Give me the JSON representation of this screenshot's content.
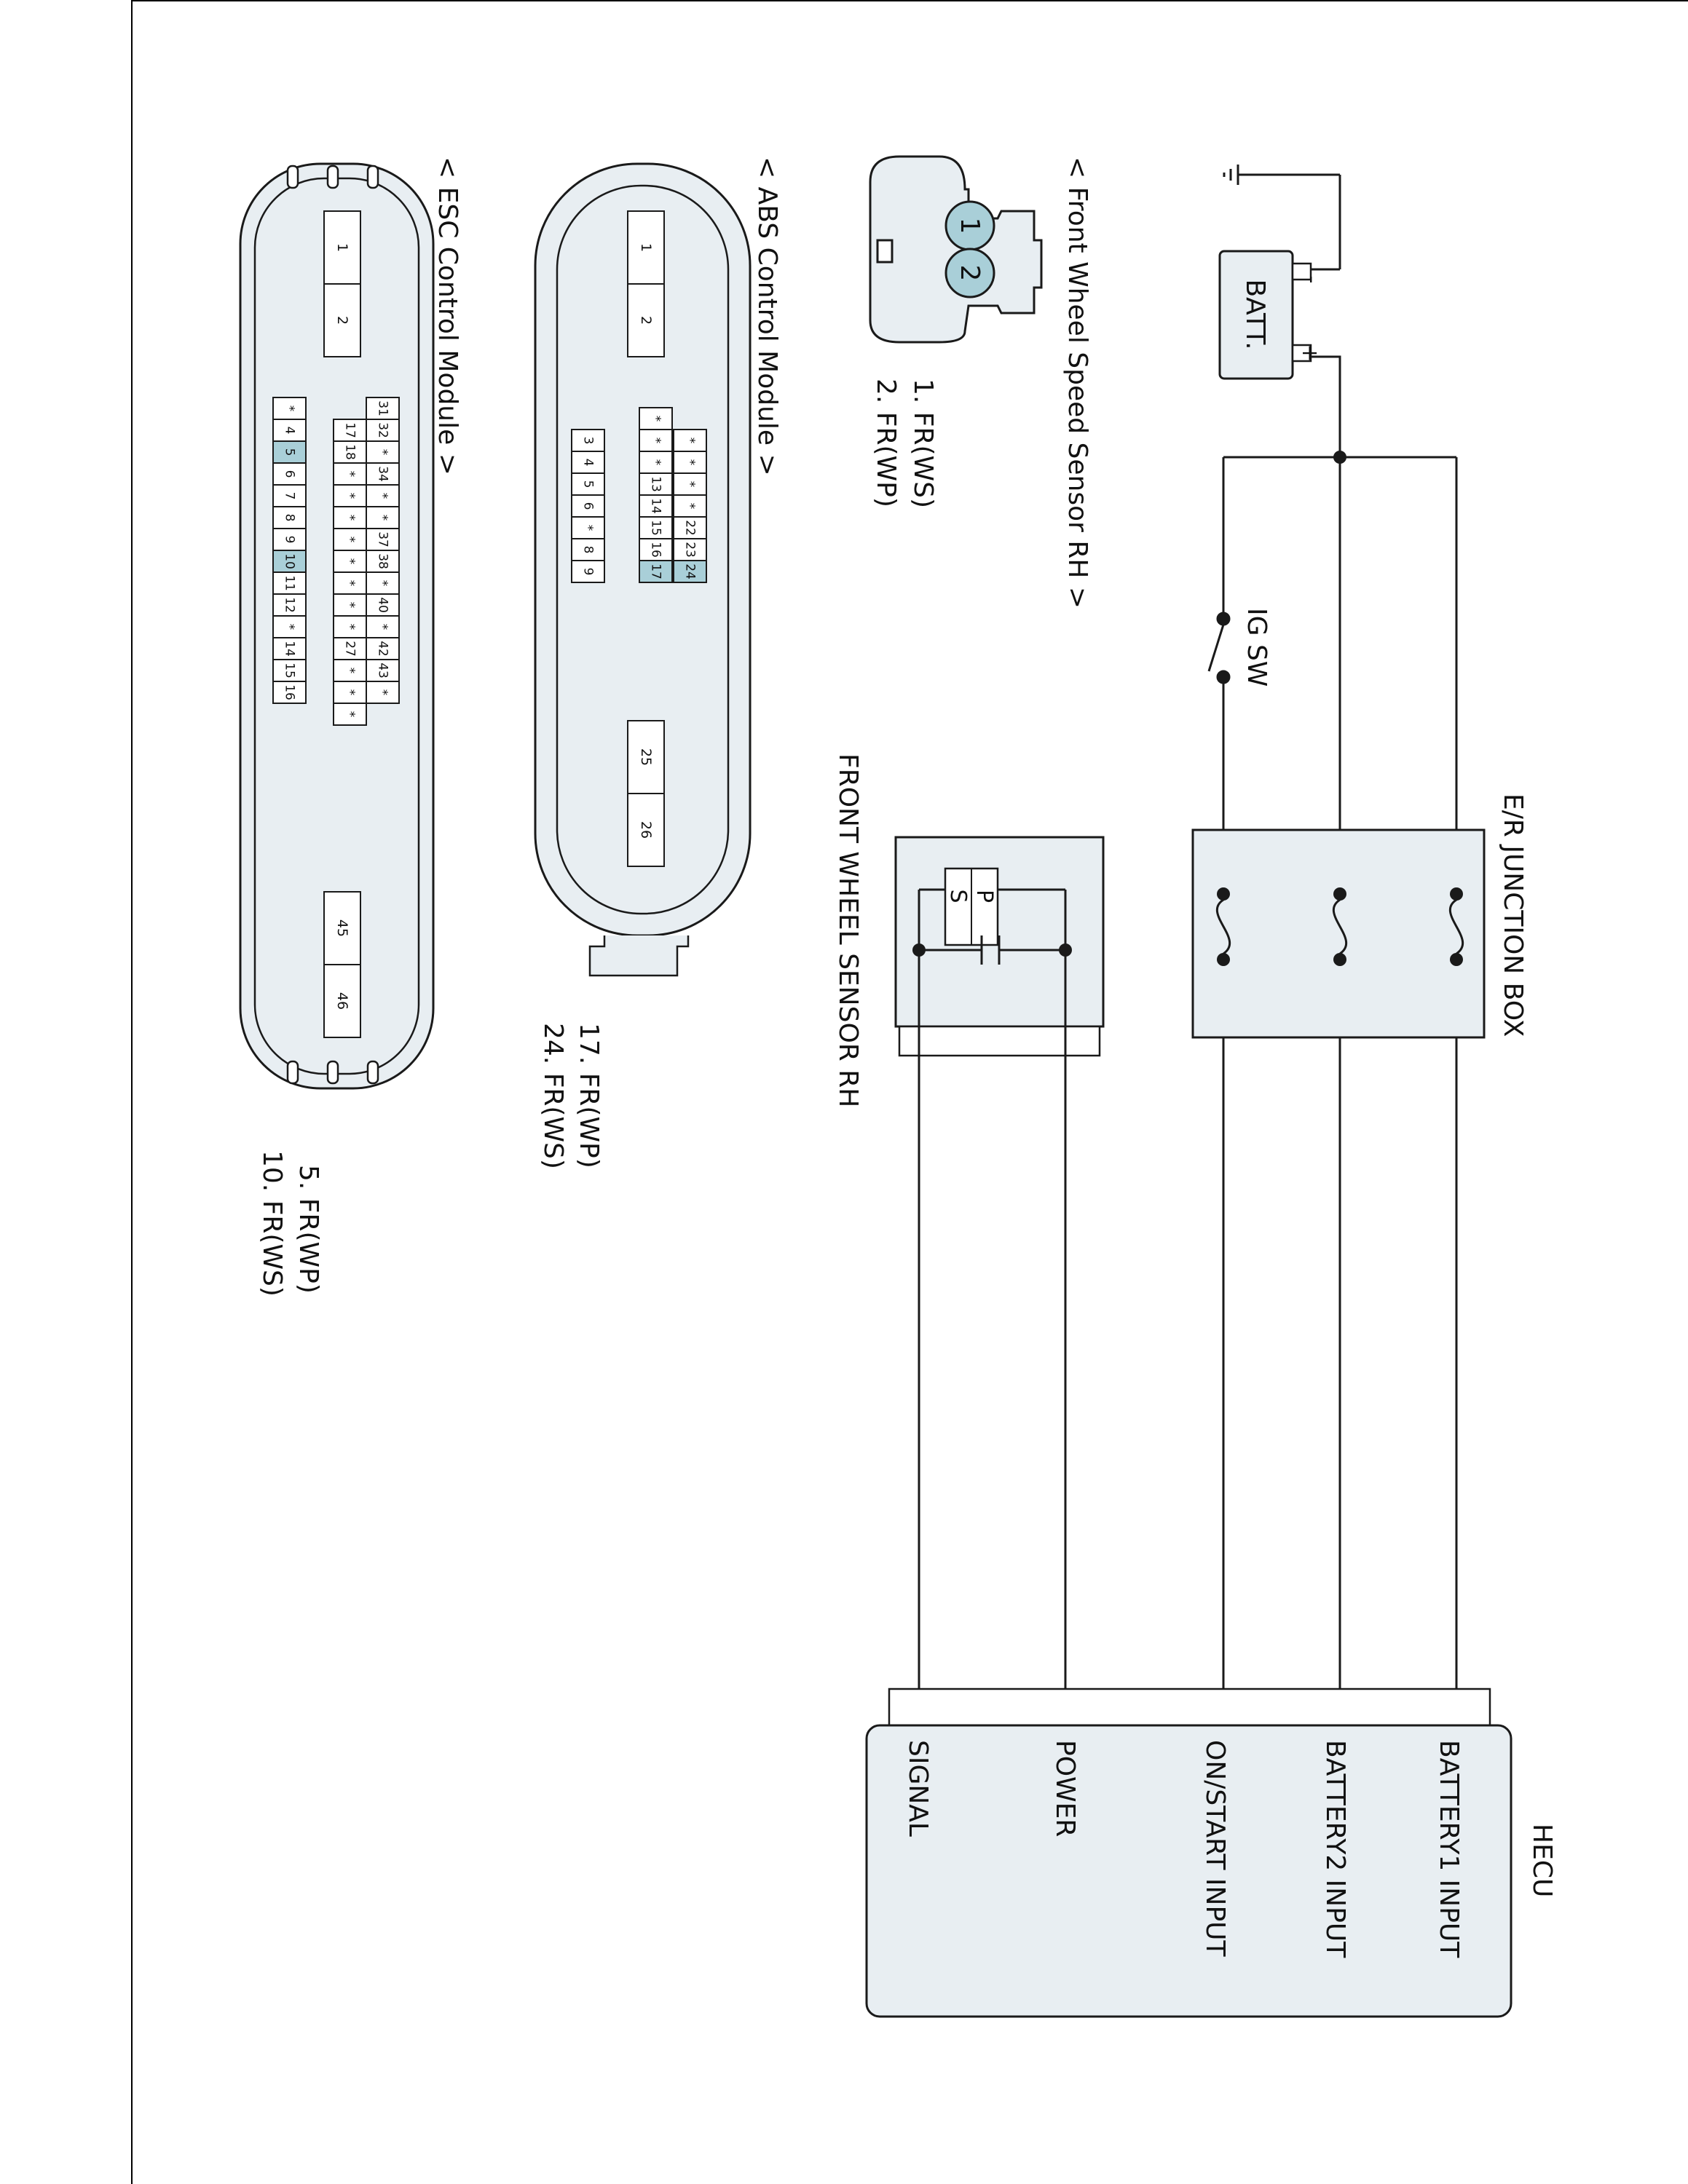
{
  "components": {
    "hecu": {
      "title": "HECU",
      "pins": [
        "BATTERY1 INPUT",
        "BATTERY2 INPUT",
        "ON/START INPUT",
        "POWER",
        "SIGNAL"
      ]
    },
    "junction_box": {
      "title": "E/R JUNCTION BOX"
    },
    "battery": {
      "label": "BATT.",
      "minus": "-",
      "plus": "+"
    },
    "ignition_switch": {
      "label": "IG SW"
    },
    "wheel_sensor": {
      "title": "FRONT WHEEL SENSOR RH",
      "p": "P",
      "s": "S"
    }
  },
  "connectors": {
    "speed_sensor": {
      "title": "< Front Wheel Speed Sensor RH >",
      "pin_numbers": [
        "1",
        "2"
      ],
      "legend": [
        "1. FR(WS)",
        "2. FR(WP)"
      ]
    },
    "abs_module": {
      "title": "< ABS Control Module >",
      "big_pins": [
        "1",
        "2",
        "25",
        "26"
      ],
      "legend": [
        "17. FR(WP)",
        "24. FR(WS)"
      ]
    },
    "esc_module": {
      "title": "< ESC Control Module >",
      "big_pins": [
        "1",
        "2",
        "45",
        "46"
      ],
      "legend": [
        "5. FR(WP)",
        "10. FR(WS)"
      ]
    }
  },
  "colors": {
    "panel_fill": "#e8eef2",
    "highlight_pin": "#a9cfd8",
    "line": "#1a1a1a"
  }
}
